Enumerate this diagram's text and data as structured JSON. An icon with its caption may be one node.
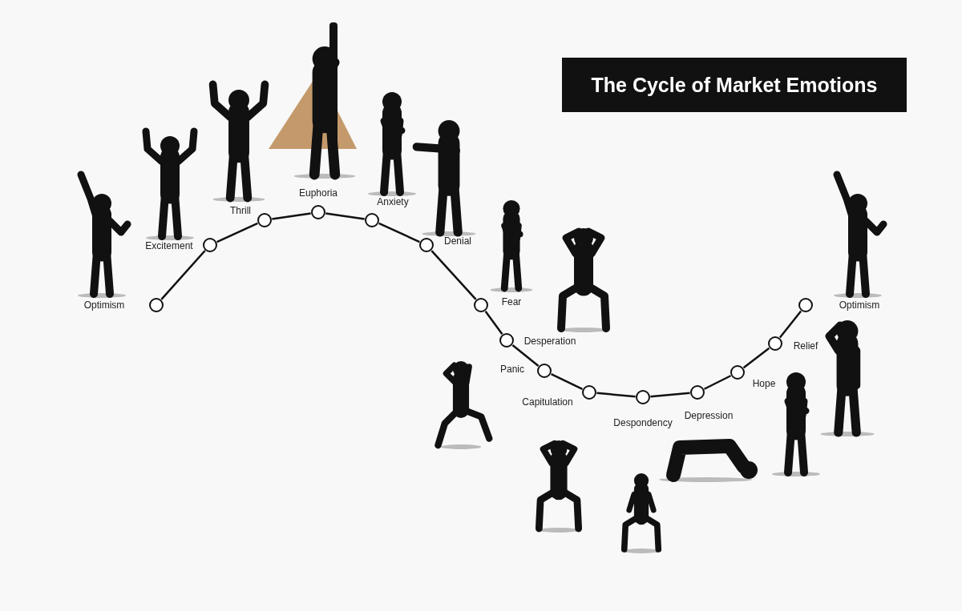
{
  "diagram": {
    "title": "The Cycle of Market Emotions",
    "nodes": [
      {
        "text": [],
        "shape": "circle",
        "beside": [
          "Optimism"
        ]
      },
      {
        "text": [],
        "shape": "circle",
        "beside": [
          "Excitement"
        ]
      },
      {
        "text": [],
        "shape": "circle",
        "beside": [
          "Thrill"
        ]
      },
      {
        "text": [],
        "shape": "circle",
        "beside": [
          "Euphoria"
        ]
      },
      {
        "text": [],
        "shape": "circle",
        "beside": [
          "Anxiety"
        ]
      },
      {
        "text": [],
        "shape": "circle",
        "beside": [
          "Denial"
        ]
      },
      {
        "text": [],
        "shape": "circle",
        "beside": [
          "Fear"
        ]
      },
      {
        "text": [],
        "shape": "circle",
        "beside": [
          "Desperation"
        ]
      },
      {
        "text": [],
        "shape": "circle",
        "beside": [
          "Panic"
        ]
      },
      {
        "text": [],
        "shape": "circle",
        "beside": [
          "Capitulation"
        ]
      },
      {
        "text": [],
        "shape": "circle",
        "beside": [
          "Despondency"
        ]
      },
      {
        "text": [],
        "shape": "circle",
        "beside": [
          "Depression"
        ]
      },
      {
        "text": [],
        "shape": "circle",
        "beside": [
          "Hope"
        ]
      },
      {
        "text": [],
        "shape": "circle",
        "beside": [
          "Relief"
        ]
      },
      {
        "text": [],
        "shape": "circle",
        "beside": [
          "Optimism"
        ]
      }
    ],
    "edges": [
      {
        "from": 0,
        "to": 1,
        "arrow": "none"
      },
      {
        "from": 1,
        "to": 2,
        "arrow": "none"
      },
      {
        "from": 2,
        "to": 3,
        "arrow": "none"
      },
      {
        "from": 3,
        "to": 4,
        "arrow": "none"
      },
      {
        "from": 4,
        "to": 5,
        "arrow": "none"
      },
      {
        "from": 5,
        "to": 6,
        "arrow": "none"
      },
      {
        "from": 6,
        "to": 7,
        "arrow": "none"
      },
      {
        "from": 7,
        "to": 8,
        "arrow": "none"
      },
      {
        "from": 8,
        "to": 9,
        "arrow": "none"
      },
      {
        "from": 9,
        "to": 10,
        "arrow": "none"
      },
      {
        "from": 10,
        "to": 11,
        "arrow": "none"
      },
      {
        "from": 11,
        "to": 12,
        "arrow": "none"
      },
      {
        "from": 12,
        "to": 13,
        "arrow": "none"
      },
      {
        "from": 13,
        "to": 14,
        "arrow": "none"
      }
    ]
  }
}
